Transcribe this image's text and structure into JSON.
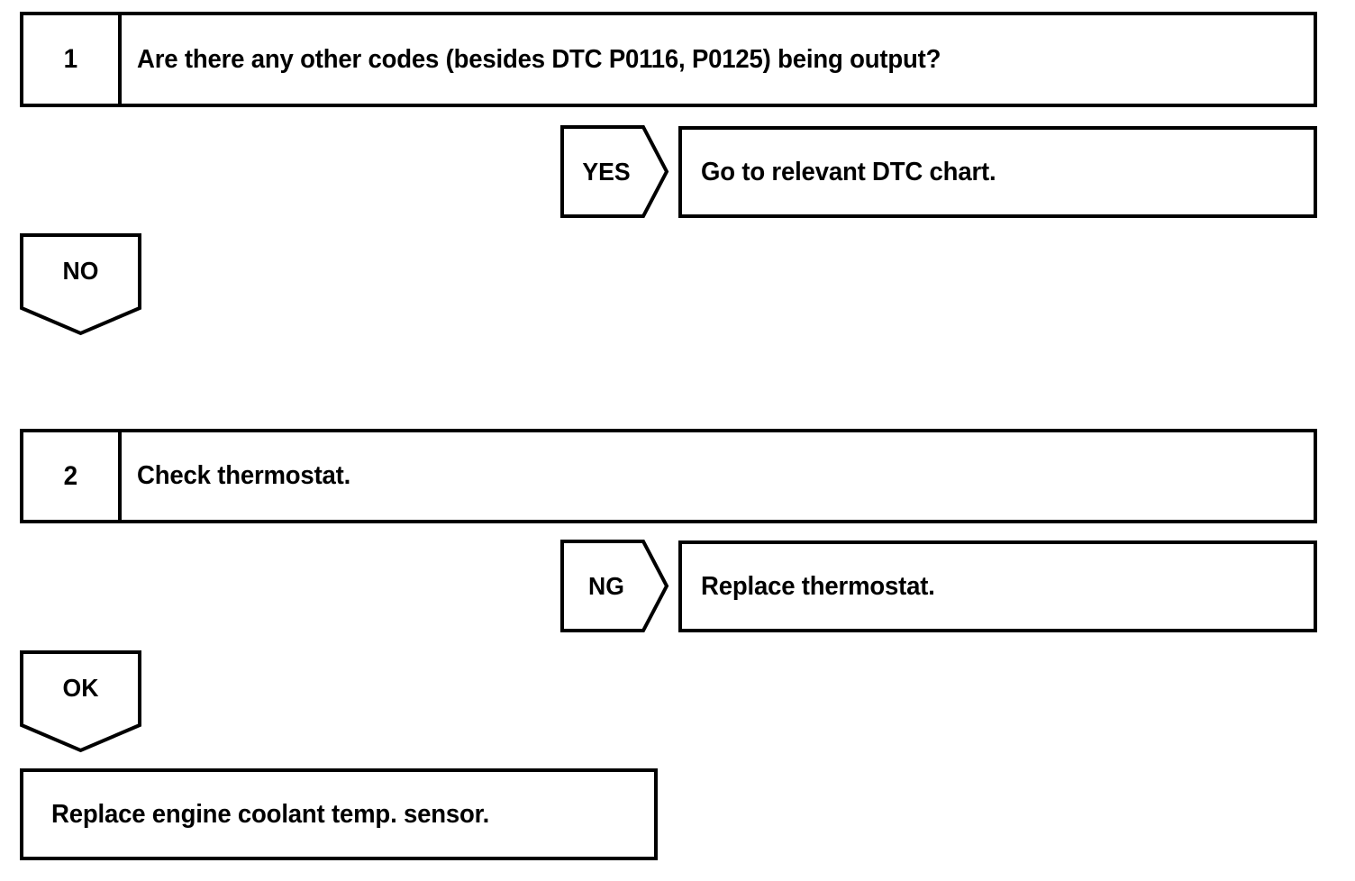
{
  "diagram": {
    "type": "diagnostic-troubleshooting-flowchart",
    "steps": [
      {
        "number": "1",
        "text": "Are there any other codes (besides DTC P0116, P0125) being output?"
      },
      {
        "number": "2",
        "text": "Check thermostat."
      }
    ],
    "branches": [
      {
        "label": "YES",
        "direction": "right",
        "result": "Go to relevant DTC chart."
      },
      {
        "label": "NO",
        "direction": "down",
        "result": ""
      },
      {
        "label": "NG",
        "direction": "right",
        "result": "Replace thermostat."
      },
      {
        "label": "OK",
        "direction": "down",
        "result": ""
      }
    ],
    "final_action": "Replace engine coolant temp. sensor.",
    "colors": {
      "line": "#000000",
      "fill": "#ffffff",
      "text": "#000000"
    }
  }
}
